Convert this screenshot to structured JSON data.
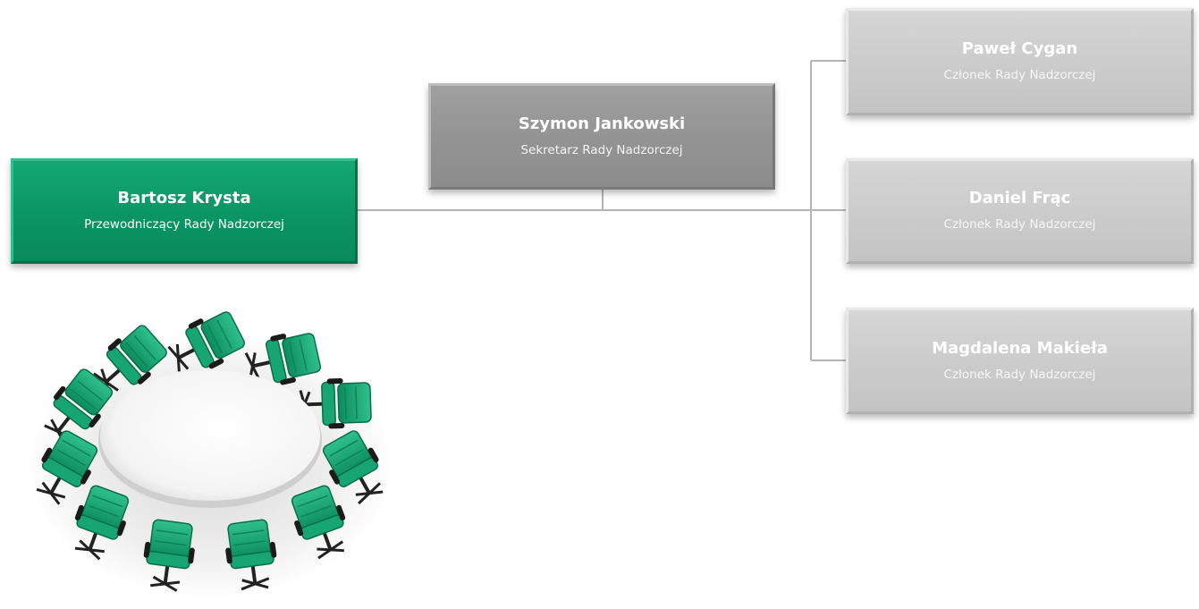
{
  "board": {
    "chairman": {
      "name": "Bartosz Krysta",
      "role": "Przewodniczący Rady Nadzorczej"
    },
    "secretary": {
      "name": "Szymon Jankowski",
      "role": "Sekretarz Rady Nadzorczej"
    },
    "members": [
      {
        "name": "Paweł Cygan",
        "role": "Członek Rady Nadzorczej"
      },
      {
        "name": "Daniel Frąc",
        "role": "Członek Rady Nadzorczej"
      },
      {
        "name": "Magdalena Makieła",
        "role": "Członek Rady Nadzorczej"
      }
    ]
  },
  "colors": {
    "chairman_box": "#0b9564",
    "secretary_box": "#939393",
    "member_box": "#cbcbcb",
    "connector": "#b5b5b5",
    "chair": "#16a877"
  },
  "illustration": {
    "subject": "round-table-with-green-chairs",
    "chair_count": 11
  }
}
